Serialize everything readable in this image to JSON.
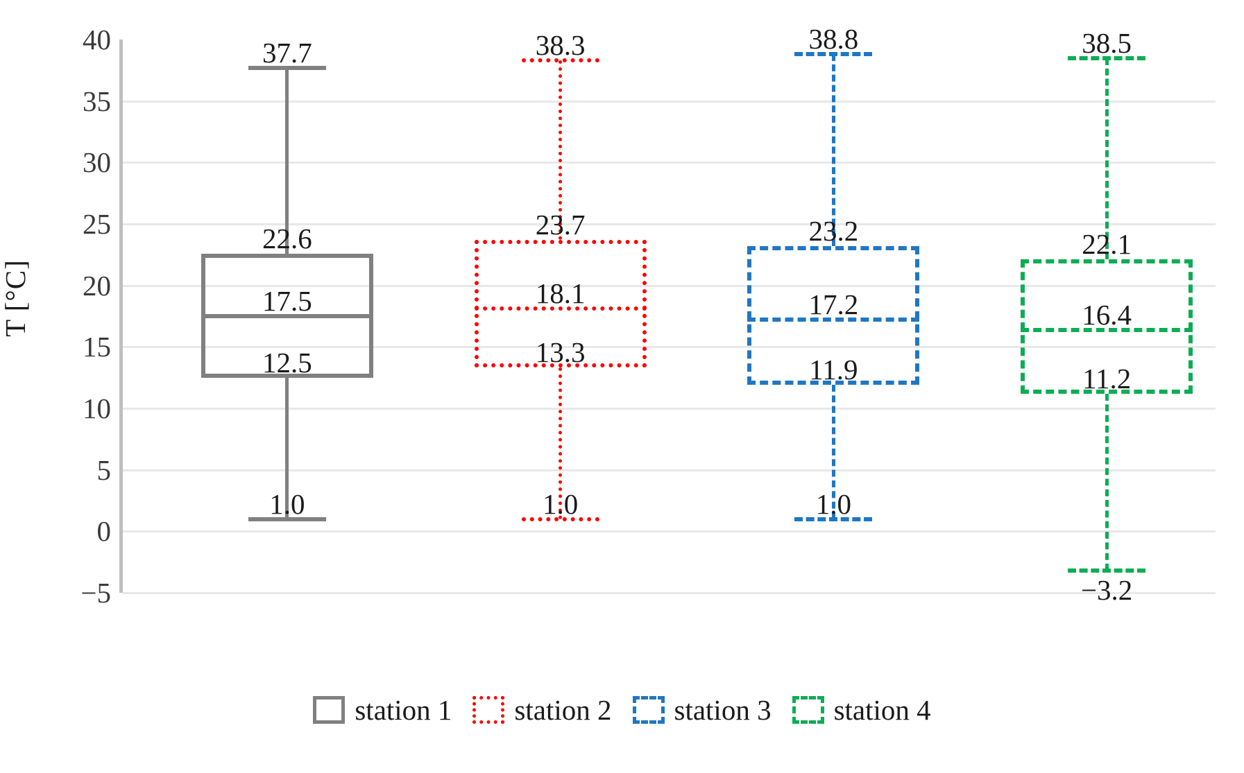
{
  "chart_data": {
    "type": "box",
    "title": "",
    "xlabel": "",
    "ylabel": "T [°C]",
    "ylim": [
      -5,
      40
    ],
    "ytick_labels": [
      "40",
      "35",
      "30",
      "25",
      "20",
      "15",
      "10",
      "5",
      "0",
      "−5"
    ],
    "ytick_values": [
      40,
      35,
      30,
      25,
      20,
      15,
      10,
      5,
      0,
      -5
    ],
    "grid": true,
    "legend_position": "bottom",
    "categories": [
      "station 1",
      "station 2",
      "station 3",
      "station 4"
    ],
    "series": [
      {
        "name": "station 1",
        "color": "#808080",
        "linestyle": "solid",
        "min": 1.0,
        "q1": 12.5,
        "median": 17.5,
        "q3": 22.6,
        "max": 37.7,
        "labels": {
          "max": "37.7",
          "q3": "22.6",
          "median": "17.5",
          "q1": "12.5",
          "min": "1.0"
        }
      },
      {
        "name": "station 2",
        "color": "#FF0000",
        "linestyle": "dotted",
        "min": 1.0,
        "q1": 13.3,
        "median": 18.1,
        "q3": 23.7,
        "max": 38.3,
        "labels": {
          "max": "38.3",
          "q3": "23.7",
          "median": "18.1",
          "q1": "13.3",
          "min": "1.0"
        }
      },
      {
        "name": "station 3",
        "color": "#1F77C4",
        "linestyle": "dashed",
        "min": 1.0,
        "q1": 11.9,
        "median": 17.2,
        "q3": 23.2,
        "max": 38.8,
        "labels": {
          "max": "38.8",
          "q3": "23.2",
          "median": "17.2",
          "q1": "11.9",
          "min": "1.0"
        }
      },
      {
        "name": "station 4",
        "color": "#0DAD53",
        "linestyle": "dashed",
        "min": -3.2,
        "q1": 11.2,
        "median": 16.4,
        "q3": 22.1,
        "max": 38.5,
        "labels": {
          "max": "38.5",
          "q3": "22.1",
          "median": "16.4",
          "q1": "11.2",
          "min": "−3.2"
        }
      }
    ]
  },
  "legend": {
    "items": [
      {
        "label": "station 1",
        "color": "#808080",
        "linestyle": "solid"
      },
      {
        "label": "station 2",
        "color": "#FF0000",
        "linestyle": "dotted"
      },
      {
        "label": "station 3",
        "color": "#1F77C4",
        "linestyle": "dashed"
      },
      {
        "label": "station 4",
        "color": "#0DAD53",
        "linestyle": "dashed"
      }
    ]
  }
}
